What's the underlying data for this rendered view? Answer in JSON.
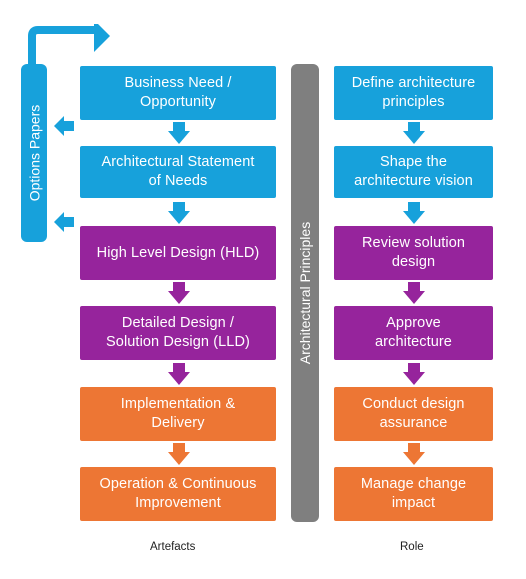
{
  "artefacts": [
    {
      "text": "Business Need /\nOpportunity",
      "color": "blue"
    },
    {
      "text": "Architectural Statement\nof Needs",
      "color": "blue"
    },
    {
      "text": "High Level Design (HLD)",
      "color": "purple"
    },
    {
      "text": "Detailed Design /\nSolution Design (LLD)",
      "color": "purple"
    },
    {
      "text": "Implementation &\nDelivery",
      "color": "orange"
    },
    {
      "text": "Operation & Continuous\nImprovement",
      "color": "orange"
    }
  ],
  "roles": [
    {
      "text": "Define architecture\nprinciples",
      "color": "blue"
    },
    {
      "text": "Shape the\narchitecture vision",
      "color": "blue"
    },
    {
      "text": "Review solution\ndesign",
      "color": "purple"
    },
    {
      "text": "Approve\narchitecture",
      "color": "purple"
    },
    {
      "text": "Conduct design\nassurance",
      "color": "orange"
    },
    {
      "text": "Manage change\nimpact",
      "color": "orange"
    }
  ],
  "side_label": "Options Papers",
  "center_label": "Architectural Principles",
  "captions": {
    "left": "Artefacts",
    "right": "Role"
  },
  "colors": {
    "blue": "#17a1db",
    "purple": "#96249c",
    "orange": "#ed7634",
    "grey": "#7f7f7f"
  }
}
